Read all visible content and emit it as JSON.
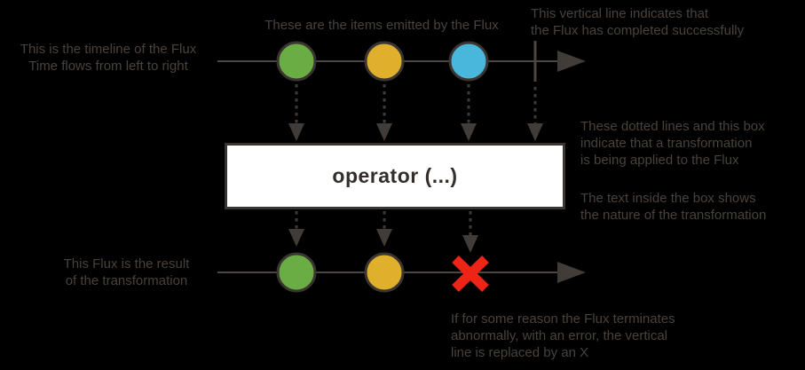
{
  "diagram": {
    "title_semantic": "Flux marble diagram explanation",
    "operator_box": {
      "label": "operator (...)"
    },
    "notes": {
      "timeline": [
        "This is the timeline of the Flux",
        "Time flows from left to right"
      ],
      "items": [
        "These are the items emitted by the Flux"
      ],
      "complete": [
        "This vertical line indicates that",
        "the Flux has completed successfully"
      ],
      "transform": [
        "These dotted lines and this box",
        "indicate that a transformation",
        "is being applied to the Flux"
      ],
      "box_text": [
        "The text inside the box shows",
        "the nature of the transformation"
      ],
      "result": [
        "This Flux is the result",
        "of the transformation"
      ],
      "error": [
        "If for some reason the Flux terminates",
        "abnormally, with an error, the vertical",
        "line is replaced by an X"
      ]
    },
    "colors": {
      "background": "#000000",
      "text": "#4A423B",
      "line": "#4C4640",
      "arrow": "#413C37",
      "marble_border": "#3A3530",
      "green": "#6BAD45",
      "yellow": "#E0B02C",
      "blue": "#49B7DB",
      "red": "#EE2416",
      "box_fill": "#FFFFFF",
      "box_border": "#3A3530"
    },
    "marbles": {
      "source_sequence": [
        "green",
        "yellow",
        "blue",
        "complete"
      ],
      "result_sequence": [
        "green",
        "yellow",
        "error"
      ]
    }
  }
}
